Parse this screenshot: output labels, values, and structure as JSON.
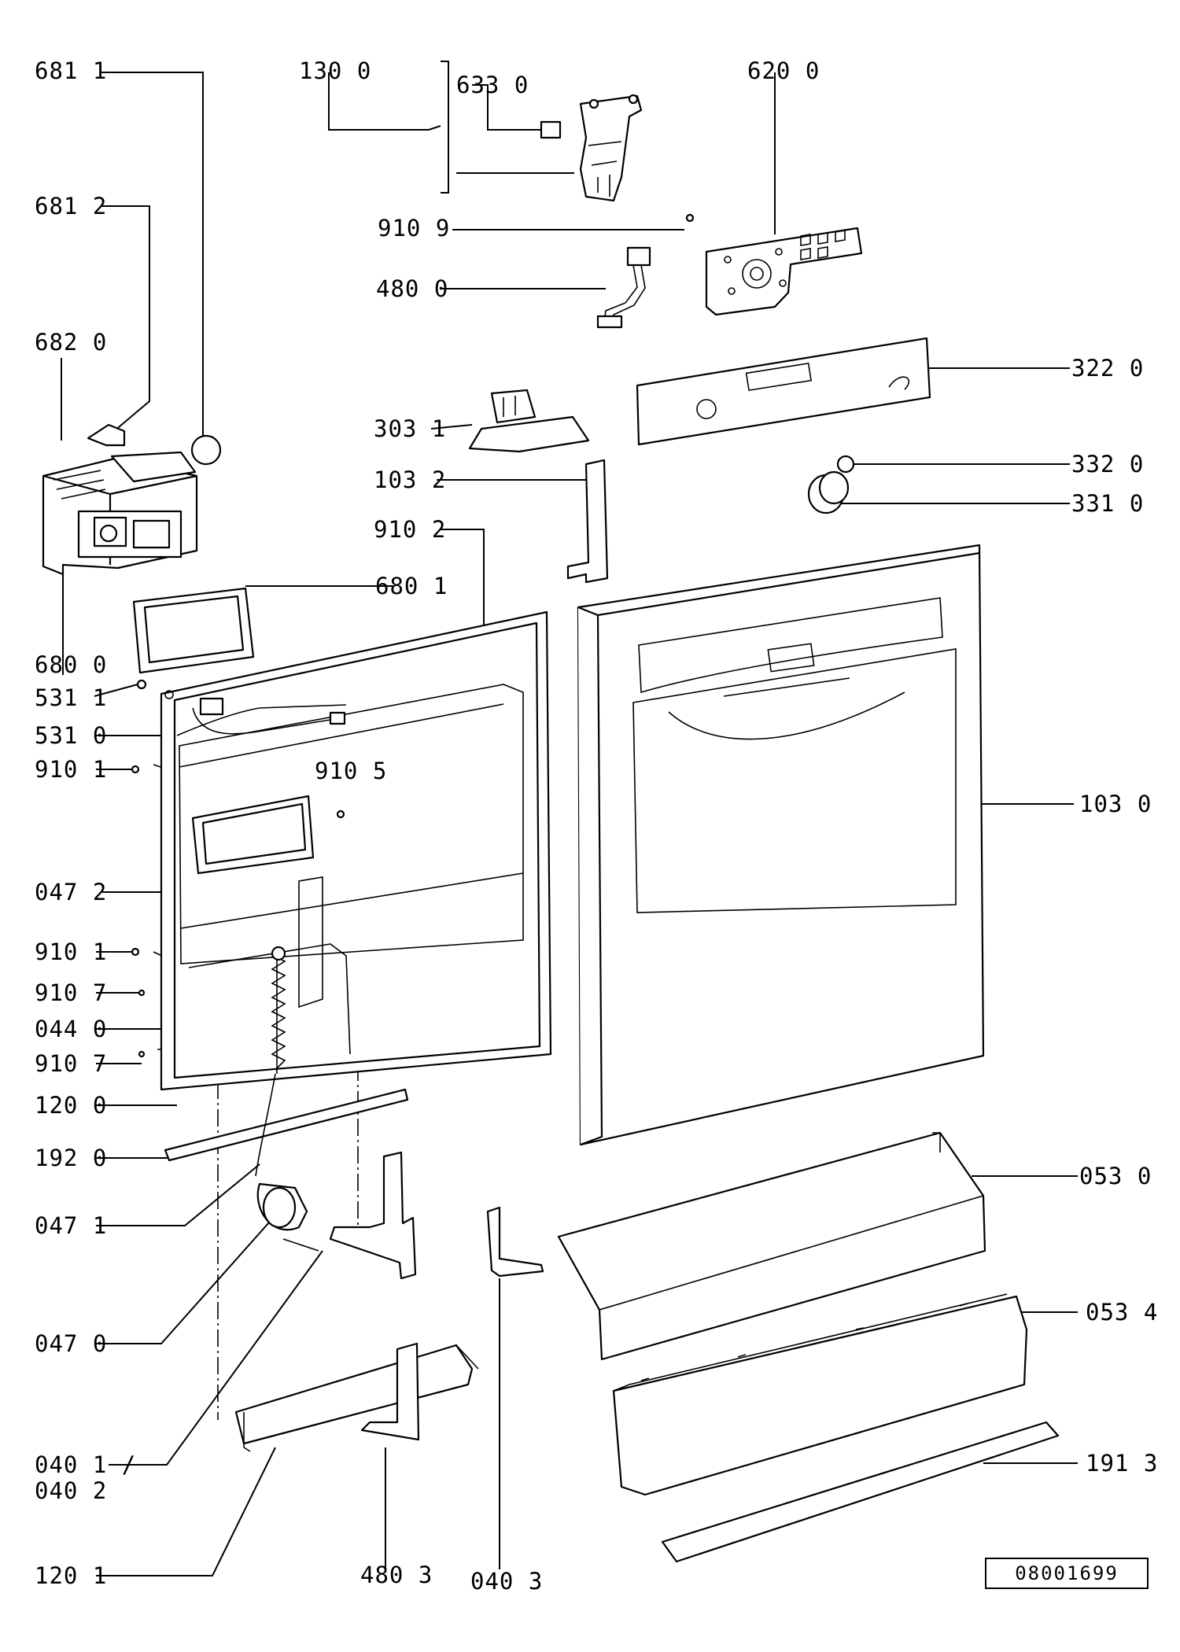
{
  "drawing_number": "08001699",
  "labels": {
    "l6811": "681 1",
    "l6812": "681 2",
    "l6820": "682 0",
    "l6800": "680 0",
    "l5311": "531 1",
    "l5310": "531 0",
    "l9101a": "910 1",
    "l0472": "047 2",
    "l9101b": "910 1",
    "l9107a": "910 7",
    "l0440": "044 0",
    "l9107b": "910 7",
    "l1200": "120 0",
    "l1920": "192 0",
    "l0471": "047 1",
    "l0470": "047 0",
    "l0401": "040 1 /",
    "l0402": "040 2",
    "l1201": "120 1",
    "l1300": "130 0",
    "l6330": "633 0",
    "l9109": "910 9",
    "l4800": "480 0",
    "l3031": "303 1",
    "l1032": "103 2",
    "l9102": "910 2",
    "l6801": "680 1",
    "l9105": "910 5",
    "l4803": "480 3",
    "l0403": "040 3",
    "l6200": "620 0",
    "l3220": "322 0",
    "l3320": "332 0",
    "l3310": "331 0",
    "l1030": "103 0",
    "l0530": "053 0",
    "l0534": "053 4",
    "l1913": "191 3"
  }
}
